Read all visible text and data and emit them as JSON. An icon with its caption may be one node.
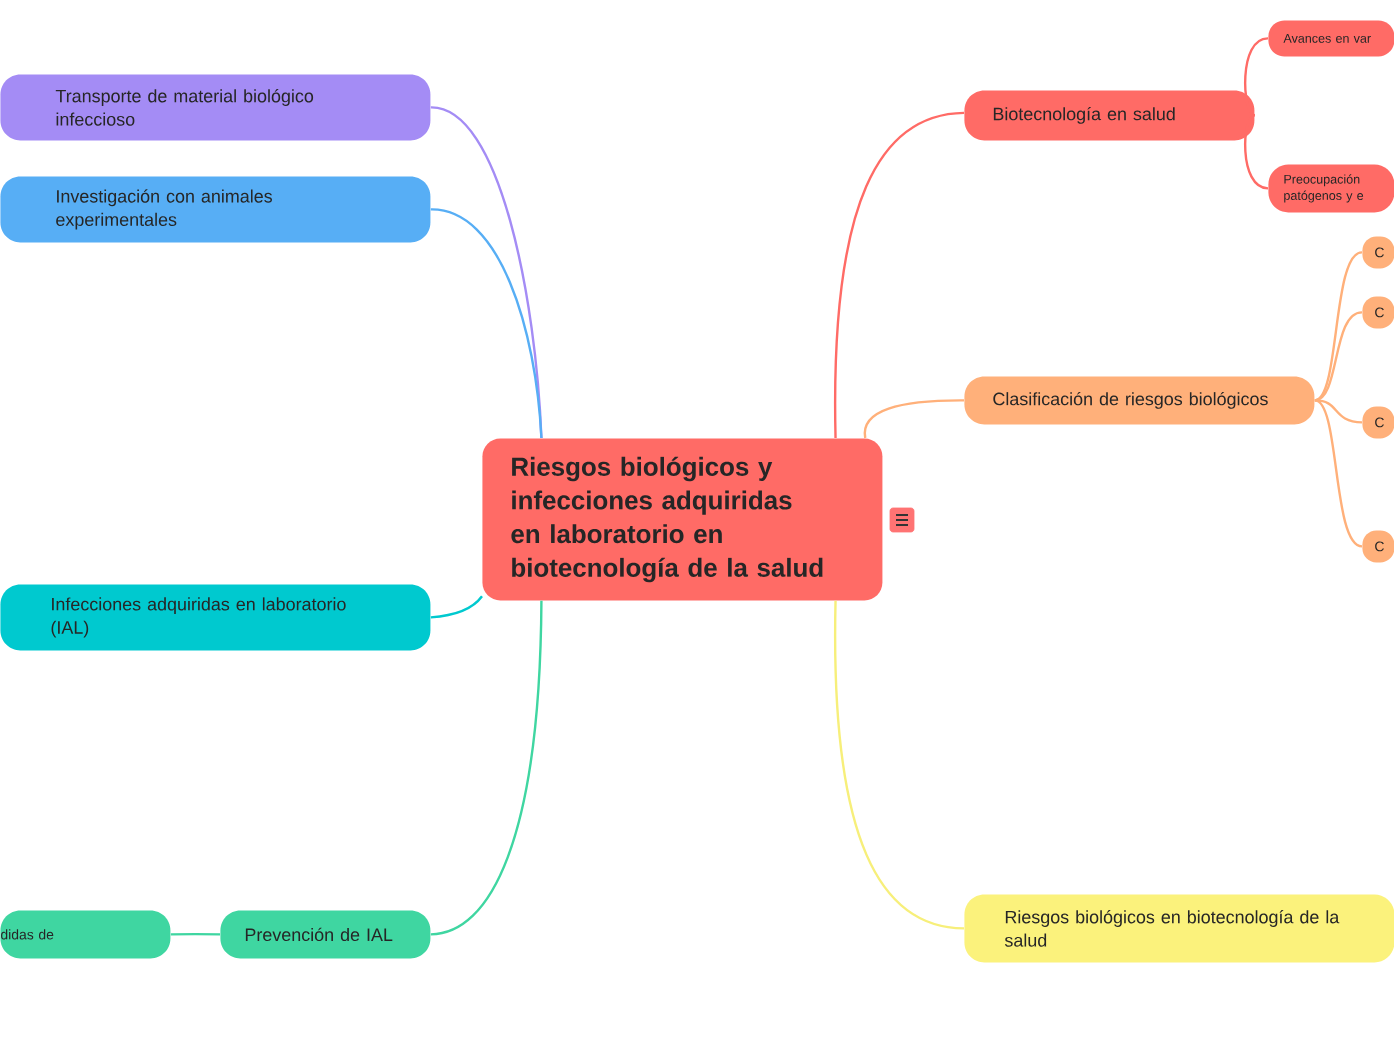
{
  "diagram": {
    "nodes": [
      {
        "text": [
          "Riesgos biológicos y infecciones adquiridas en laboratorio en biotecnología de la salud"
        ]
      },
      {
        "text": [
          "Transporte de material biológico infeccioso"
        ]
      },
      {
        "text": [
          "Investigación con animales experimentales"
        ]
      },
      {
        "text": [
          "Infecciones adquiridas en laboratorio (IAL)"
        ]
      },
      {
        "text": [
          "Prevención de IAL"
        ]
      },
      {
        "text": [
          "didas de"
        ]
      },
      {
        "text": [
          "Biotecnología en salud"
        ]
      },
      {
        "text": [
          "Avances en var"
        ]
      },
      {
        "text": [
          "Preocupación patógenos y e"
        ]
      },
      {
        "text": [
          "Clasificación de riesgos biológicos"
        ]
      },
      {
        "text": [
          "C"
        ]
      },
      {
        "text": [
          "C"
        ]
      },
      {
        "text": [
          "C"
        ]
      },
      {
        "text": [
          "C"
        ]
      },
      {
        "text": [
          "Riesgos biológicos en biotecnología de la salud"
        ]
      }
    ],
    "edges": [
      {
        "from": 0,
        "to": 1,
        "arrow": "none",
        "color": "#a48cf5"
      },
      {
        "from": 0,
        "to": 2,
        "arrow": "none",
        "color": "#57aef5"
      },
      {
        "from": 0,
        "to": 3,
        "arrow": "none",
        "color": "#00c9cf"
      },
      {
        "from": 0,
        "to": 4,
        "arrow": "none",
        "color": "#3fd6a1"
      },
      {
        "from": 4,
        "to": 5,
        "arrow": "none",
        "color": "#3fd6a1"
      },
      {
        "from": 0,
        "to": 6,
        "arrow": "none",
        "color": "#ff6b66"
      },
      {
        "from": 6,
        "to": 7,
        "arrow": "none",
        "color": "#ff6b66"
      },
      {
        "from": 6,
        "to": 8,
        "arrow": "none",
        "color": "#ff6b66"
      },
      {
        "from": 0,
        "to": 9,
        "arrow": "none",
        "color": "#ffb07a"
      },
      {
        "from": 9,
        "to": 10,
        "arrow": "none",
        "color": "#ffb07a"
      },
      {
        "from": 9,
        "to": 11,
        "arrow": "none",
        "color": "#ffb07a"
      },
      {
        "from": 9,
        "to": 12,
        "arrow": "none",
        "color": "#ffb07a"
      },
      {
        "from": 9,
        "to": 13,
        "arrow": "none",
        "color": "#ffb07a"
      },
      {
        "from": 0,
        "to": 14,
        "arrow": "none",
        "color": "#f7ef7a"
      }
    ]
  }
}
